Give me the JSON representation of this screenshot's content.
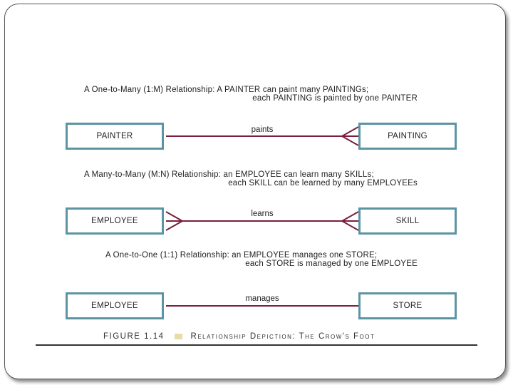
{
  "captions": {
    "one_to_many_line1": "A One-to-Many (1:M) Relationship: A PAINTER can paint many PAINTINGs;",
    "one_to_many_line2": "each PAINTING is painted by one PAINTER",
    "many_to_many_line1": "A Many-to-Many (M:N) Relationship: an EMPLOYEE can learn many SKILLs;",
    "many_to_many_line2": "each SKILL can be learned by many EMPLOYEEs",
    "one_to_one_line1": "A One-to-One (1:1) Relationship: an EMPLOYEE manages one STORE;",
    "one_to_one_line2": "each STORE is managed by one EMPLOYEE"
  },
  "relationships": [
    {
      "left": "PAINTER",
      "right": "PAINTING",
      "verb": "paints",
      "type": "1:M"
    },
    {
      "left": "EMPLOYEE",
      "right": "SKILL",
      "verb": "learns",
      "type": "M:N"
    },
    {
      "left": "EMPLOYEE",
      "right": "STORE",
      "verb": "manages",
      "type": "1:1"
    }
  ],
  "figure": {
    "number": "FIGURE 1.14",
    "title": "Relationship Depiction: The Crow's Foot"
  },
  "colors": {
    "entity_border": "#5b94a3",
    "relationship_line": "#7a1f3d",
    "figure_marker": "#e5dca6"
  }
}
